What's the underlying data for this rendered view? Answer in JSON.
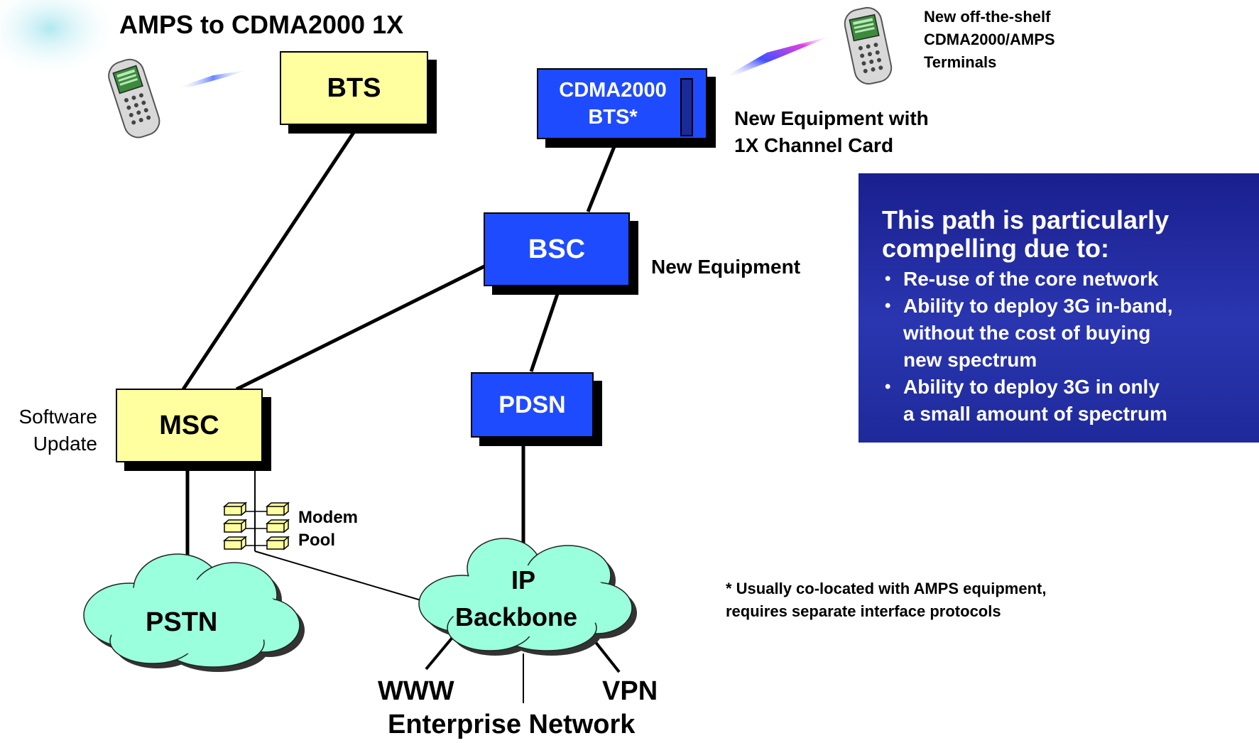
{
  "title": "AMPS to CDMA2000 1X",
  "boxes": {
    "bts": "BTS",
    "cdma_line1": "CDMA2000",
    "cdma_line2": "BTS*",
    "bsc": "BSC",
    "pdsn": "PDSN",
    "msc": "MSC"
  },
  "labels": {
    "new_equipment_card_line1": "New Equipment with",
    "new_equipment_card_line2": "1X Channel Card",
    "new_equipment": "New Equipment",
    "terminals_line1": "New off-the-shelf",
    "terminals_line2": "CDMA2000/AMPS",
    "terminals_line3": "Terminals",
    "software_line1": "Software",
    "software_line2": "Update",
    "modem_line1": "Modem",
    "modem_line2": "Pool",
    "footnote_line1": "* Usually co-located with AMPS equipment,",
    "footnote_line2": "requires separate interface protocols"
  },
  "clouds": {
    "pstn": "PSTN",
    "ip_line1": "IP",
    "ip_line2": "Backbone"
  },
  "endpoints": {
    "www": "WWW",
    "vpn": "VPN",
    "enterprise": "Enterprise Network"
  },
  "info_panel": {
    "heading_line1": "This path is particularly",
    "heading_line2": "compelling due to:",
    "bullets": [
      {
        "line1": "Re-use of the core network"
      },
      {
        "line1": "Ability to deploy 3G in-band,",
        "line2": "without the cost of buying",
        "line3": "new spectrum"
      },
      {
        "line1": "Ability to deploy 3G in only",
        "line2": "a small amount of spectrum"
      }
    ]
  },
  "colors": {
    "legacy_box": "#ffff9f",
    "new_box": "#1f4bff",
    "cloud": "#99ffdd",
    "panel": "#1e2a9a"
  },
  "icons": [
    "mobile-phone-icon",
    "radio-signal-icon",
    "modem-icon"
  ]
}
